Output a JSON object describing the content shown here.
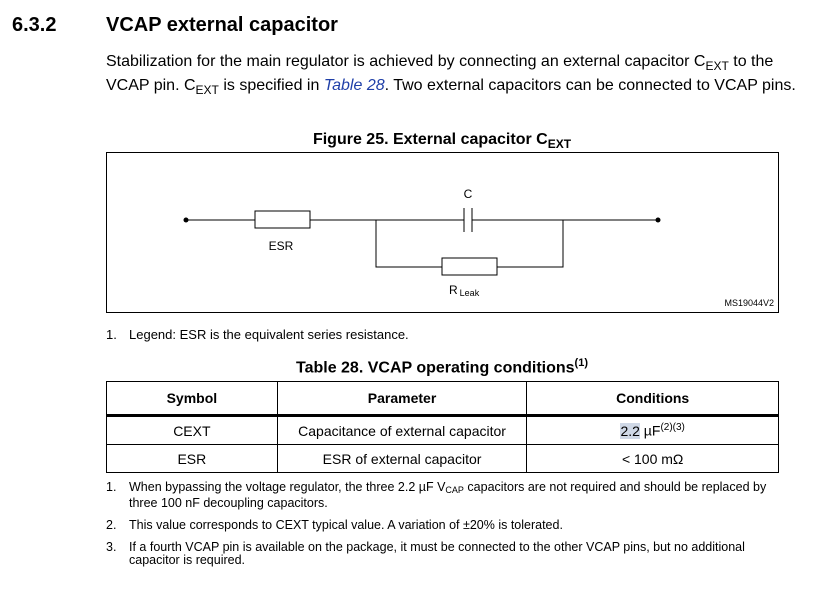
{
  "section": {
    "number": "6.3.2",
    "title": "VCAP external capacitor"
  },
  "paragraph": {
    "part1": "Stabilization for the main regulator is achieved by connecting an external capacitor C",
    "sub1": "EXT",
    "part2": " to the VCAP pin. C",
    "sub2": "EXT",
    "part3": " is specified in ",
    "link": "Table 28",
    "part4": ". Two external capacitors can be connected to VCAP pins."
  },
  "figure": {
    "title": "Figure 25. External capacitor C",
    "title_sub": "EXT",
    "labels": {
      "capacitor": "C",
      "esr": "ESR",
      "r_main": "R",
      "r_sub": "Leak",
      "ref": "MS19044V2"
    }
  },
  "legend_note": {
    "num": "1.",
    "text": "Legend: ESR is the equivalent series resistance."
  },
  "table": {
    "title": "Table 28. VCAP operating conditions",
    "title_sup": "(1)",
    "headers": [
      "Symbol",
      "Parameter",
      "Conditions"
    ],
    "rows": [
      {
        "symbol": "CEXT",
        "parameter": "Capacitance of external capacitor",
        "cond_value": "2.2",
        "cond_unit": " µF",
        "cond_sup": "(2)(3)"
      },
      {
        "symbol": "ESR",
        "parameter": "ESR of external capacitor",
        "cond_value": "< 100 mΩ",
        "cond_unit": "",
        "cond_sup": ""
      }
    ]
  },
  "notes": [
    {
      "num": "1.",
      "a": "When bypassing the voltage regulator, the three 2.2 µF V",
      "sub": "CAP",
      "b": " capacitors are not required and should be replaced by three 100 nF decoupling capacitors."
    },
    {
      "num": "2.",
      "a": "This value corresponds to CEXT typical value. A variation of ±20% is tolerated.",
      "sub": "",
      "b": ""
    },
    {
      "num": "3.",
      "a": "If a fourth VCAP pin is available on the package, it must be connected to the other VCAP pins, but no additional capacitor is required.",
      "sub": "",
      "b": ""
    }
  ]
}
